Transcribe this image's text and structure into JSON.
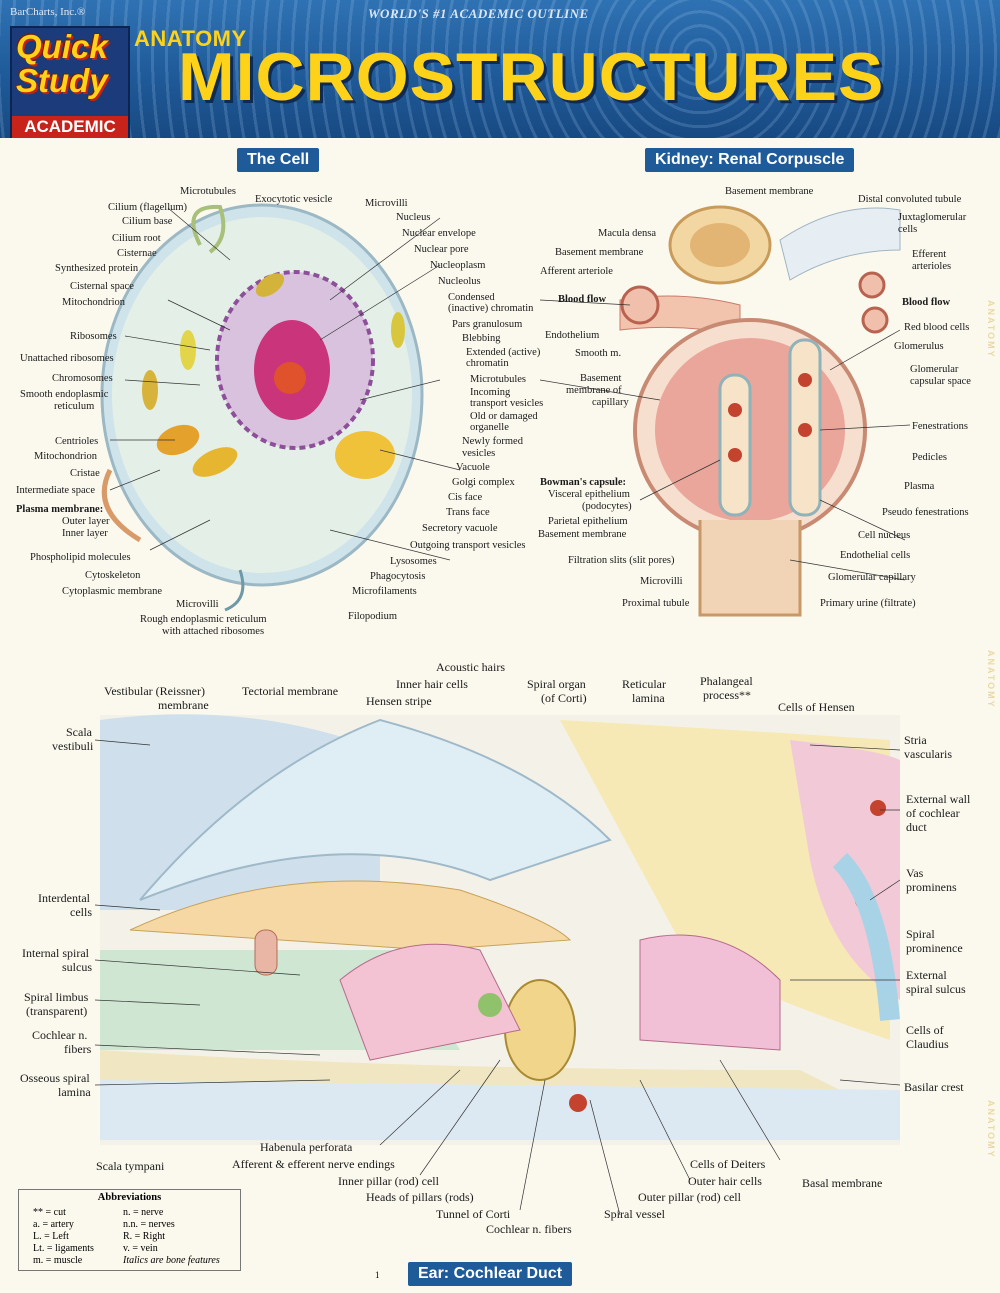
{
  "header": {
    "publisher": "BarCharts, Inc.®",
    "tagline": "WORLD'S #1 ACADEMIC OUTLINE",
    "logo_line1": "Quick",
    "logo_line2": "Study",
    "logo_academic": "ACADEMIC",
    "kicker": "ANATOMY",
    "title": "MICROSTRUCTURES"
  },
  "sections": {
    "cell": "The Cell",
    "kidney": "Kidney: Renal Corpuscle",
    "ear": "Ear: Cochlear Duct"
  },
  "cell_left_labels": [
    "Cilium (flagellum)",
    "Cilium base",
    "Cilium root",
    "Cisternae",
    "Synthesized protein",
    "Cisternal space",
    "Mitochondrion",
    "Ribosomes",
    "Unattached ribosomes",
    "Chromosomes",
    "Smooth endoplasmic",
    "reticulum",
    "Centrioles",
    "Mitochondrion",
    "Cristae",
    "Intermediate space",
    "Plasma membrane:",
    "Outer layer",
    "Inner layer",
    "Phospholipid molecules",
    "Cytoskeleton",
    "Cytoplasmic membrane"
  ],
  "cell_top_labels": [
    "Microtubules",
    "Exocytotic vesicle",
    "Microvilli"
  ],
  "cell_right_labels": [
    "Nucleus",
    "Nuclear envelope",
    "Nuclear pore",
    "Nucleoplasm",
    "Nucleolus",
    "Condensed",
    "(inactive) chromatin",
    "Pars granulosum",
    "Blebbing",
    "Extended (active)",
    "chromatin",
    "Microtubules",
    "Incoming",
    "transport vesicles",
    "Old or damaged",
    "organelle",
    "Newly formed",
    "vesicles",
    "Vacuole",
    "Golgi complex",
    "Cis face",
    "Trans face",
    "Secretory vacuole",
    "Outgoing transport vesicles",
    "Lysosomes",
    "Phagocytosis",
    "Microfilaments",
    "Filopodium"
  ],
  "cell_bottom_labels": [
    "Microvilli",
    "Rough endoplasmic reticulum",
    "with attached ribosomes"
  ],
  "kidney_left_labels": [
    "Macula densa",
    "Basement membrane",
    "Afferent arteriole",
    "Blood flow",
    "Endothelium",
    "Smooth m.",
    "Basement",
    "membrane of",
    "capillary",
    "Bowman's capsule:",
    "Visceral epithelium",
    "(podocytes)",
    "Parietal epithelium",
    "Basement membrane",
    "Filtration slits (slit pores)",
    "Microvilli",
    "Proximal tubule"
  ],
  "kidney_top_labels": [
    "Basement membrane",
    "Distal convoluted tubule"
  ],
  "kidney_right_labels": [
    "Juxtaglomerular",
    "cells",
    "Efferent",
    "arterioles",
    "Blood flow",
    "Red blood cells",
    "Glomerulus",
    "Glomerular",
    "capsular space",
    "Fenestrations",
    "Pedicles",
    "Plasma",
    "Pseudo fenestrations",
    "Cell nucleus",
    "Endothelial cells",
    "Glomerular capillary",
    "Primary urine (filtrate)"
  ],
  "ear_top_labels": [
    "Vestibular (Reissner)",
    "membrane",
    "Tectorial membrane",
    "Acoustic hairs",
    "Inner hair cells",
    "Hensen stripe",
    "Spiral organ",
    "(of Corti)",
    "Reticular",
    "lamina",
    "Phalangeal",
    "process**",
    "Cells of Hensen"
  ],
  "ear_left_labels": [
    "Scala",
    "vestibuli",
    "Interdental",
    "cells",
    "Internal spiral",
    "sulcus",
    "Spiral limbus",
    "(transparent)",
    "Cochlear n.",
    "fibers",
    "Osseous spiral",
    "lamina",
    "Scala tympani"
  ],
  "ear_right_labels": [
    "Stria",
    "vascularis",
    "External wall",
    "of cochlear",
    "duct",
    "Vas",
    "prominens",
    "Spiral",
    "prominence",
    "External",
    "spiral sulcus",
    "Cells of",
    "Claudius",
    "Basilar crest"
  ],
  "ear_bottom_labels": [
    "Habenula perforata",
    "Afferent & efferent nerve endings",
    "Inner pillar (rod) cell",
    "Heads of pillars (rods)",
    "Tunnel of Corti",
    "Cochlear n. fibers",
    "Spiral vessel",
    "Cells of Deiters",
    "Outer hair cells",
    "Outer pillar (rod) cell",
    "Basal membrane"
  ],
  "abbreviations": {
    "heading": "Abbreviations",
    "col1": [
      "** = cut",
      "a. = artery",
      "L. = Left",
      "Lt. = ligaments",
      "m. = muscle"
    ],
    "col2": [
      "n. = nerve",
      "n.n. = nerves",
      "R. = Right",
      "v. = vein",
      "Italics are bone features"
    ]
  },
  "page_number": "1",
  "colors": {
    "header_blue": "#1f5a99",
    "title_yellow": "#ffd21a",
    "logo_red": "#c8231a",
    "paper": "#fbf9ee"
  }
}
